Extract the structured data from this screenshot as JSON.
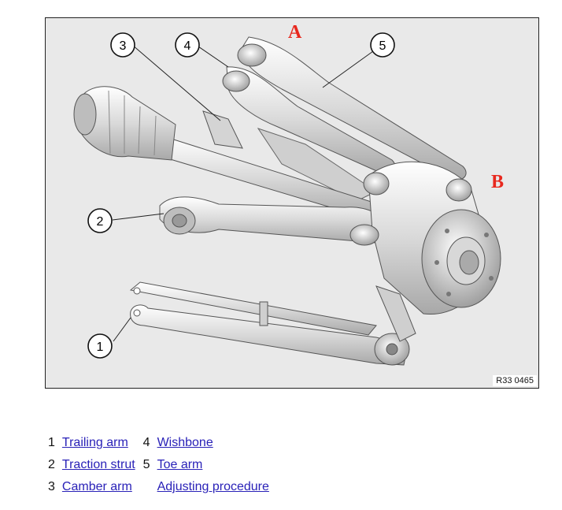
{
  "figure": {
    "code": "R33 0465",
    "callouts": [
      "1",
      "2",
      "3",
      "4",
      "5"
    ],
    "letters": [
      "A",
      "B"
    ],
    "letter_color": "#e8281e"
  },
  "legend": {
    "rows": [
      {
        "n1": "1",
        "l1": "Trailing arm",
        "n2": "4",
        "l2": "Wishbone"
      },
      {
        "n1": "2",
        "l1": "Traction strut",
        "n2": "5",
        "l2": "Toe arm"
      },
      {
        "n1": "3",
        "l1": "Camber arm",
        "n2": "",
        "l2": "Adjusting procedure"
      }
    ],
    "link_color": "#2a22b8"
  }
}
